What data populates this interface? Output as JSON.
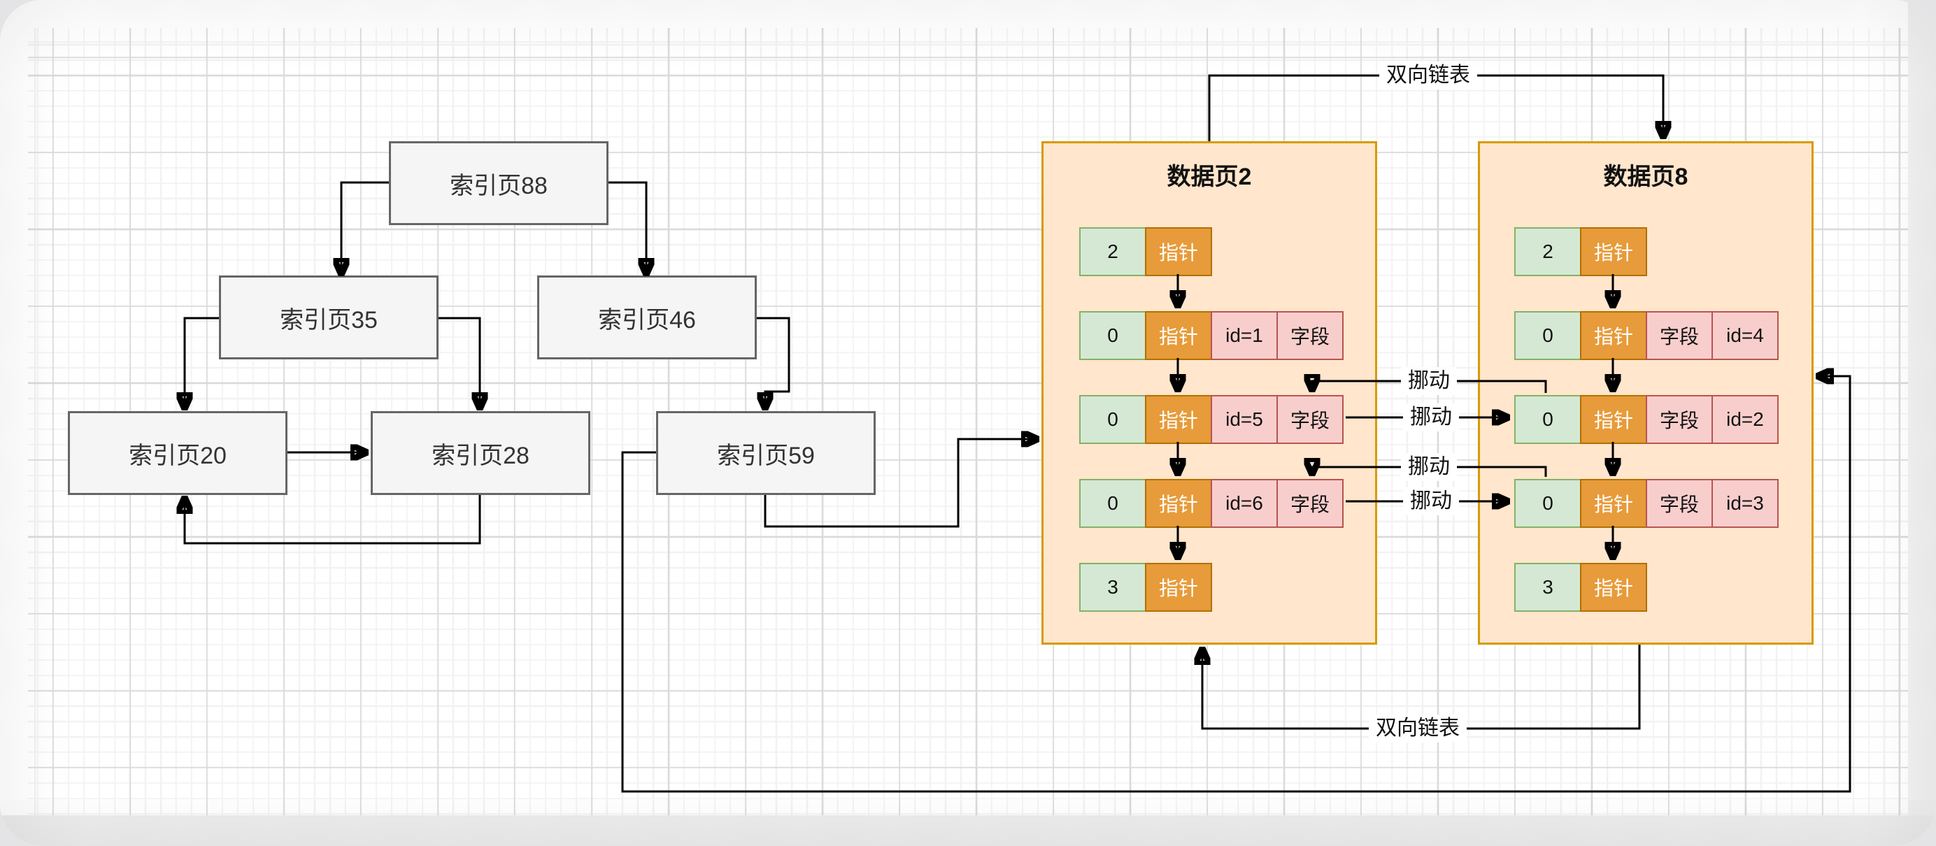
{
  "colors": {
    "box_fill": "#f5f5f5",
    "box_border": "#666666",
    "panel_fill": "#ffe6cc",
    "panel_border": "#d79b00",
    "green_fill": "#d5e8d4",
    "green_border": "#82b366",
    "orange_fill": "#e79b3a",
    "orange_border": "#b07000",
    "pink_fill": "#f8cecc",
    "pink_border": "#b85450",
    "line": "#000000"
  },
  "index_pages": [
    "索引页88",
    "索引页35",
    "索引页46",
    "索引页20",
    "索引页28",
    "索引页59"
  ],
  "data_pages": [
    {
      "title": "数据页2",
      "rows": [
        [
          {
            "v": "2",
            "c": "g"
          },
          {
            "v": "指针",
            "c": "o"
          }
        ],
        [
          {
            "v": "0",
            "c": "g"
          },
          {
            "v": "指针",
            "c": "o"
          },
          {
            "v": "id=1",
            "c": "p"
          },
          {
            "v": "字段",
            "c": "p"
          }
        ],
        [
          {
            "v": "0",
            "c": "g"
          },
          {
            "v": "指针",
            "c": "o"
          },
          {
            "v": "id=5",
            "c": "p"
          },
          {
            "v": "字段",
            "c": "p"
          }
        ],
        [
          {
            "v": "0",
            "c": "g"
          },
          {
            "v": "指针",
            "c": "o"
          },
          {
            "v": "id=6",
            "c": "p"
          },
          {
            "v": "字段",
            "c": "p"
          }
        ],
        [
          {
            "v": "3",
            "c": "g"
          },
          {
            "v": "指针",
            "c": "o"
          }
        ]
      ]
    },
    {
      "title": "数据页8",
      "rows": [
        [
          {
            "v": "2",
            "c": "g"
          },
          {
            "v": "指针",
            "c": "o"
          }
        ],
        [
          {
            "v": "0",
            "c": "g"
          },
          {
            "v": "指针",
            "c": "o"
          },
          {
            "v": "字段",
            "c": "p"
          },
          {
            "v": "id=4",
            "c": "p"
          }
        ],
        [
          {
            "v": "0",
            "c": "g"
          },
          {
            "v": "指针",
            "c": "o"
          },
          {
            "v": "字段",
            "c": "p"
          },
          {
            "v": "id=2",
            "c": "p"
          }
        ],
        [
          {
            "v": "0",
            "c": "g"
          },
          {
            "v": "指针",
            "c": "o"
          },
          {
            "v": "字段",
            "c": "p"
          },
          {
            "v": "id=3",
            "c": "p"
          }
        ],
        [
          {
            "v": "3",
            "c": "g"
          },
          {
            "v": "指针",
            "c": "o"
          }
        ]
      ]
    }
  ],
  "edge_labels": {
    "top_link": "双向链表",
    "bottom_link": "双向链表",
    "move": "挪动"
  }
}
